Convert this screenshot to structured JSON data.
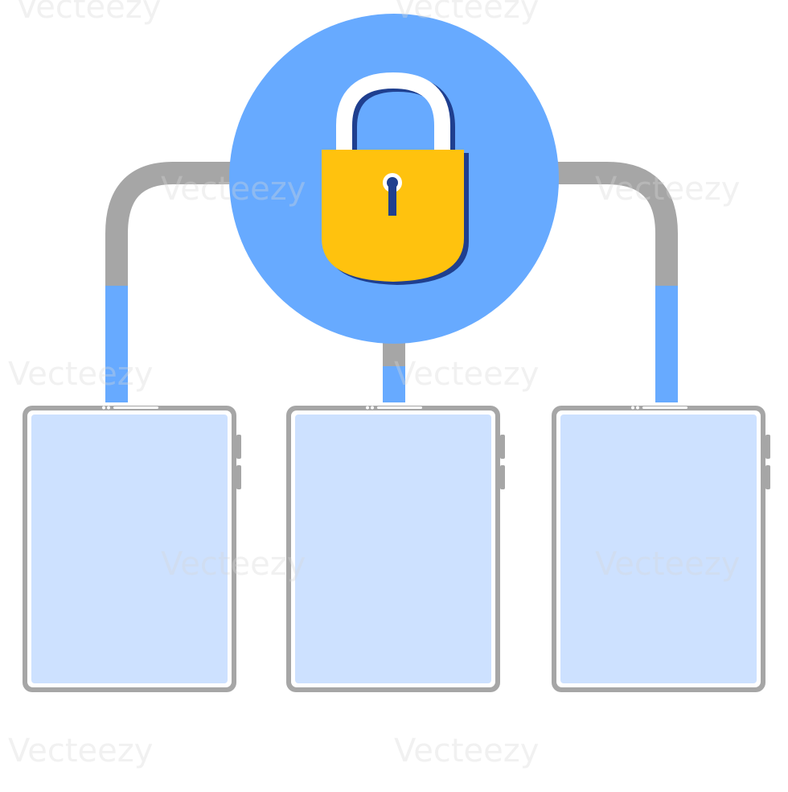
{
  "diagram": {
    "hub": {
      "icon": "padlock-icon",
      "circle_color": "#67aaff",
      "lock_body_color": "#ffc20e",
      "lock_shadow_color": "#1f3f8f",
      "lock_shackle_color": "#ffffff"
    },
    "connectors": {
      "gray_color": "#a6a6a6",
      "blue_color": "#67aaff"
    },
    "devices": [
      {
        "name": "tablet-left",
        "icon": "tablet-icon"
      },
      {
        "name": "tablet-center",
        "icon": "tablet-icon"
      },
      {
        "name": "tablet-right",
        "icon": "tablet-icon"
      }
    ],
    "device_colors": {
      "frame": "#a6a6a6",
      "screen": "#cde1ff",
      "bezel": "#ffffff"
    }
  },
  "watermark": {
    "text": "Vecteezy"
  }
}
